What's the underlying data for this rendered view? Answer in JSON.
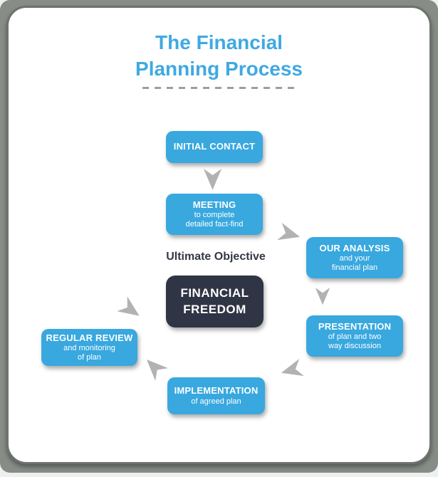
{
  "header": {
    "title_line1": "The Financial",
    "title_line2": "Planning Process"
  },
  "colors": {
    "title_blue": "#3FA9E1",
    "accent_blue": "#38A8DF",
    "dark_navy": "#303545",
    "arrow_gray": "#B2B2B2"
  },
  "steps": [
    {
      "title": "INITIAL CONTACT",
      "sub1": "",
      "sub2": ""
    },
    {
      "title": "MEETING",
      "sub1": "to complete",
      "sub2": "detailed fact-find"
    },
    {
      "title": "OUR ANALYSIS",
      "sub1": "and your",
      "sub2": "financial plan"
    },
    {
      "title": "PRESENTATION",
      "sub1": "of plan and two",
      "sub2": "way discussion"
    },
    {
      "title": "IMPLEMENTATION",
      "sub1": "of agreed plan",
      "sub2": ""
    },
    {
      "title": "REGULAR REVIEW",
      "sub1": "and monitoring",
      "sub2": "of plan"
    }
  ],
  "center": {
    "label": "Ultimate Objective",
    "box_line1": "FINANCIAL",
    "box_line2": "FREEDOM"
  },
  "arrows": [
    {
      "icon": "arrow-down-icon",
      "from": "initial-contact",
      "to": "meeting"
    },
    {
      "icon": "arrow-right-icon",
      "from": "meeting",
      "to": "our-analysis"
    },
    {
      "icon": "arrow-down-icon",
      "from": "our-analysis",
      "to": "presentation"
    },
    {
      "icon": "arrow-left-icon",
      "from": "presentation",
      "to": "implementation"
    },
    {
      "icon": "arrow-up-left-icon",
      "from": "implementation",
      "to": "regular-review"
    },
    {
      "icon": "arrow-down-right-icon",
      "from": "regular-review",
      "to": "financial-freedom"
    }
  ]
}
